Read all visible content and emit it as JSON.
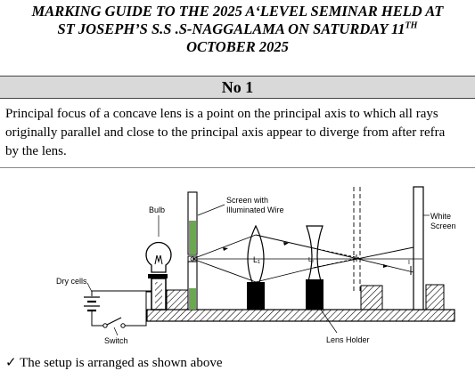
{
  "header": {
    "line1": "MARKING GUIDE TO THE 2025 A‘LEVEL SEMINAR HELD AT",
    "line2_main": "ST JOSEPH’S S.S .S-NAGGALAMA ON SATURDAY 11",
    "line2_sup": "TH",
    "line3": "OCTOBER 2025"
  },
  "question": {
    "number": "No 1",
    "definition_lines": [
      "Principal focus of a concave lens is a point on the principal axis to which all rays",
      "originally parallel and close to the principal axis appear to diverge from after refra",
      "by the lens."
    ]
  },
  "diagram": {
    "labels": {
      "bulb": "Bulb",
      "screen_wire_1": "Screen with",
      "screen_wire_2": "Illuminated Wire",
      "white_screen_1": "White",
      "white_screen_2": "Screen",
      "dry_cells": "Dry cells",
      "switch": "Switch",
      "lens_holder": "Lens Holder",
      "l1": "L₁",
      "l2": "L₂",
      "i_mark": "I"
    }
  },
  "steps": {
    "check": "✓",
    "step1": "The setup is arranged as shown above"
  }
}
